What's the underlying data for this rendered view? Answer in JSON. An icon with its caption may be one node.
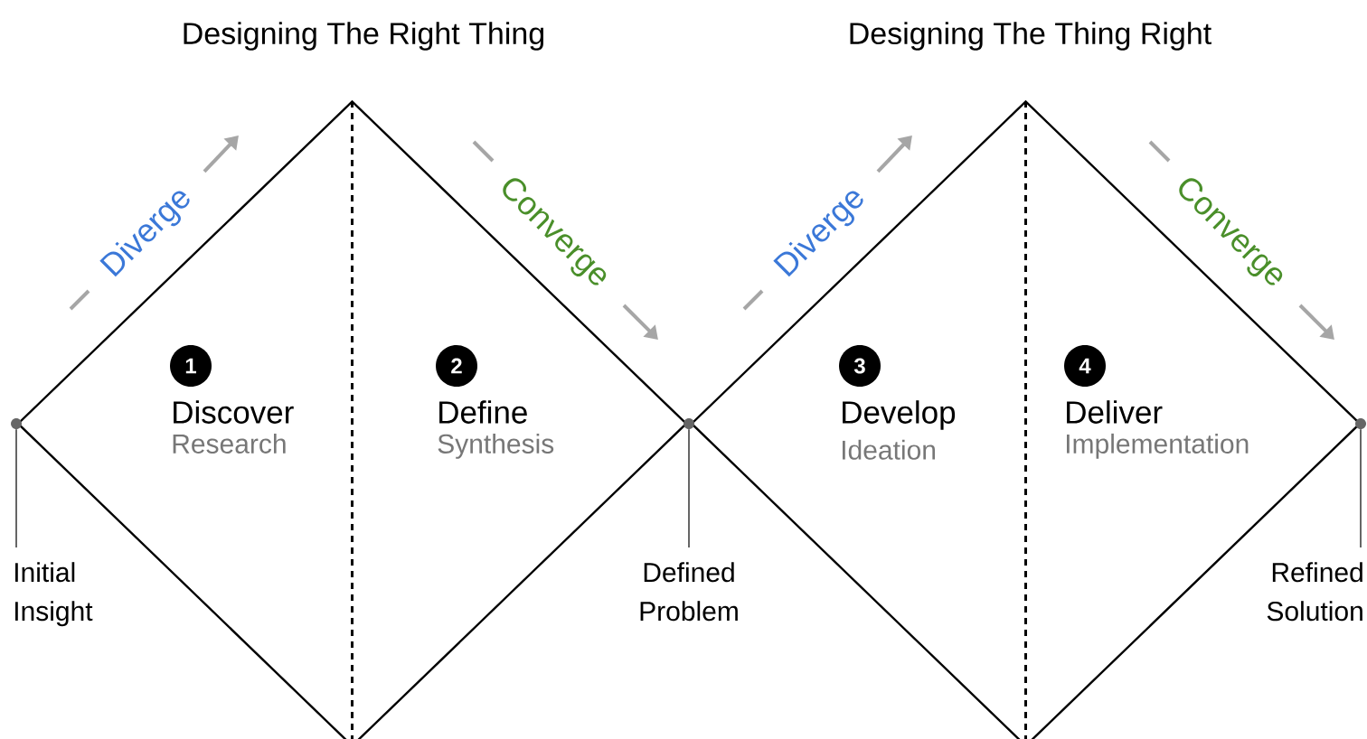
{
  "diagram": {
    "nodes": [
      {
        "text": [],
        "shape": "diamond"
      },
      {
        "text": [
          "1",
          "Discover",
          "Research"
        ],
        "in": 0
      },
      {
        "text": [
          "2",
          "Define",
          "Synthesis"
        ],
        "in": 0
      },
      {
        "text": [],
        "shape": "diamond"
      },
      {
        "text": [
          "3",
          "Develop",
          "Ideation"
        ],
        "in": 3
      },
      {
        "text": [
          "4",
          "Deliver",
          "Implementation"
        ],
        "in": 3
      },
      {
        "text": [],
        "shape": "circle"
      },
      {
        "text": [],
        "shape": "circle"
      },
      {
        "text": [],
        "shape": "circle"
      },
      {
        "text": [
          "Initial Insight"
        ]
      },
      {
        "text": [
          "Defined Problem"
        ]
      },
      {
        "text": [
          "Refined Solution"
        ]
      }
    ],
    "edges": [
      {
        "from": 9,
        "to": 6,
        "arrow": "none"
      },
      {
        "from": 10,
        "to": 7,
        "arrow": "none"
      },
      {
        "from": 11,
        "to": 8,
        "arrow": "none"
      }
    ],
    "labels": [
      "Designing The Right Thing",
      "Designing The Thing Right",
      "Diverge",
      "Converge",
      "Diverge",
      "Converge"
    ]
  }
}
